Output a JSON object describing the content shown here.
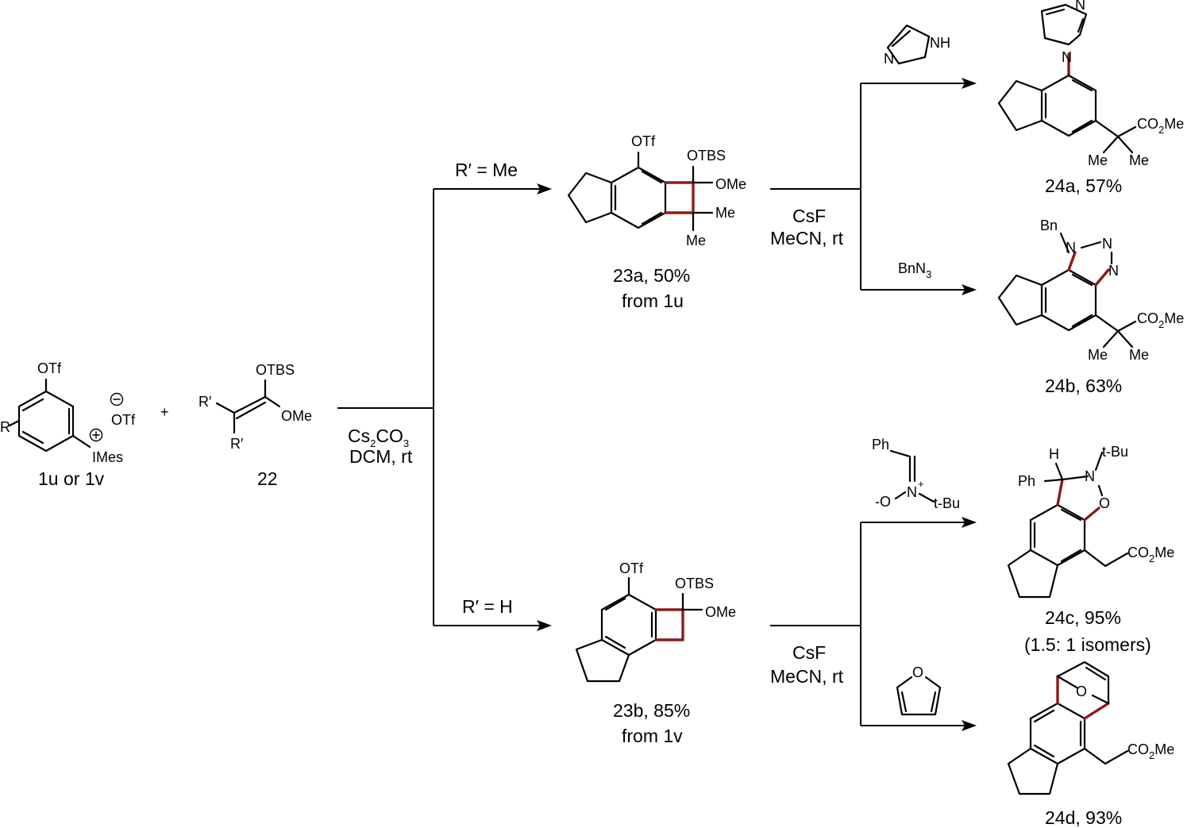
{
  "reagents": {
    "aryne": "1u or 1v",
    "enol": "22",
    "step1_cond_a": "Cs",
    "step1_cond_a2": "CO",
    "step1_cond_b": "DCM, rt",
    "r_me": "R′ = Me",
    "r_h": "R′ = H",
    "csf_a": "CsF",
    "csf_b": "MeCN, rt",
    "csf_c": "CsF",
    "csf_d": "MeCN, rt"
  },
  "products": {
    "p23a_l1": "23a, 50%",
    "p23a_l2": "from 1u",
    "p23b_l1": "23b, 85%",
    "p23b_l2": "from 1v",
    "p24a": "24a, 57%",
    "p24b": "24b, 63%",
    "p24c": "24c, 95%",
    "p24c_note": "(1.5: 1 isomers)",
    "p24d": "24d, 93%"
  },
  "atoms": {
    "otf": "OTf",
    "otbs": "OTBS",
    "ome": "OMe",
    "me": "Me",
    "r": "R",
    "rp": "R′",
    "imes": "IMes",
    "plus": "+",
    "co2me": "CO",
    "co2me2": "Me",
    "n": "N",
    "nh": "NH",
    "bn": "Bn",
    "bnn": "BnN",
    "h": "H",
    "tbu": "t-Bu",
    "ph": "Ph",
    "o": "O",
    "om": "-O",
    "two": "2",
    "three": "3"
  }
}
